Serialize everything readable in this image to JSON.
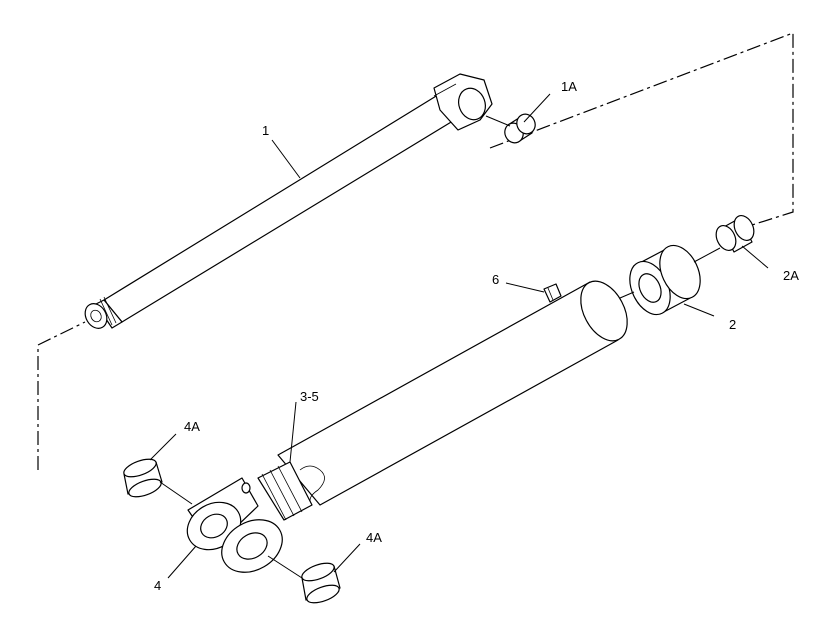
{
  "diagram": {
    "callouts": [
      {
        "id": "c1",
        "text": "1"
      },
      {
        "id": "c1a",
        "text": "1A"
      },
      {
        "id": "c2",
        "text": "2"
      },
      {
        "id": "c2a",
        "text": "2A"
      },
      {
        "id": "c35",
        "text": "3-5"
      },
      {
        "id": "c4",
        "text": "4"
      },
      {
        "id": "c4a_top",
        "text": "4A"
      },
      {
        "id": "c4a_bot",
        "text": "4A"
      },
      {
        "id": "c6",
        "text": "6"
      }
    ]
  }
}
